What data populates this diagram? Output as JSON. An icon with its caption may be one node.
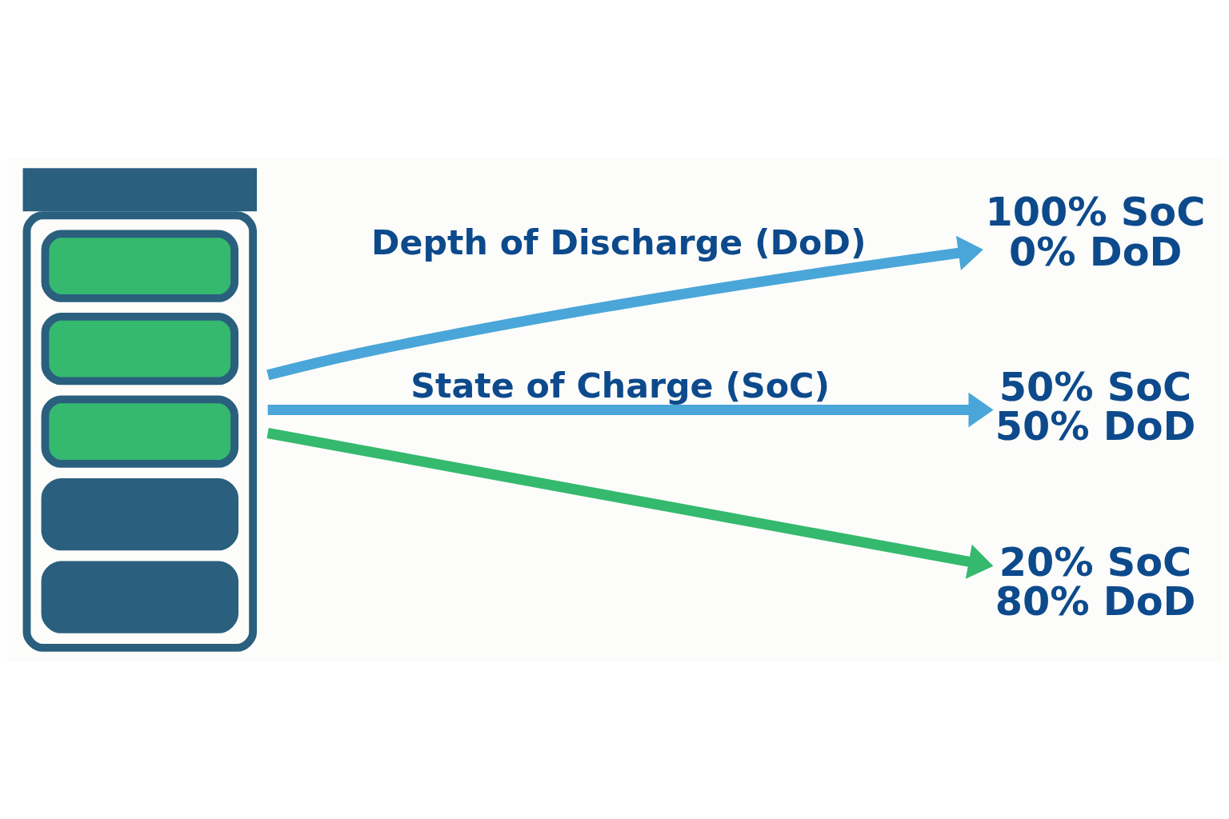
{
  "diagram": {
    "nodes": [
      {
        "text": [],
        "shape": "picture"
      },
      {
        "text": [
          "100% SoC",
          "0% DoD"
        ]
      },
      {
        "text": [
          "50% SoC",
          "50% DoD"
        ]
      },
      {
        "text": [
          "20% SoC",
          "80% DoD"
        ]
      }
    ],
    "edges": [
      {
        "from": 0,
        "to": 1,
        "arrow": "to",
        "label": "Depth of Discharge (DoD)"
      },
      {
        "from": 0,
        "to": 2,
        "arrow": "to",
        "label": "State of Charge (SoC)"
      },
      {
        "from": 0,
        "to": 3,
        "arrow": "to",
        "color": "#34b96e"
      }
    ]
  }
}
